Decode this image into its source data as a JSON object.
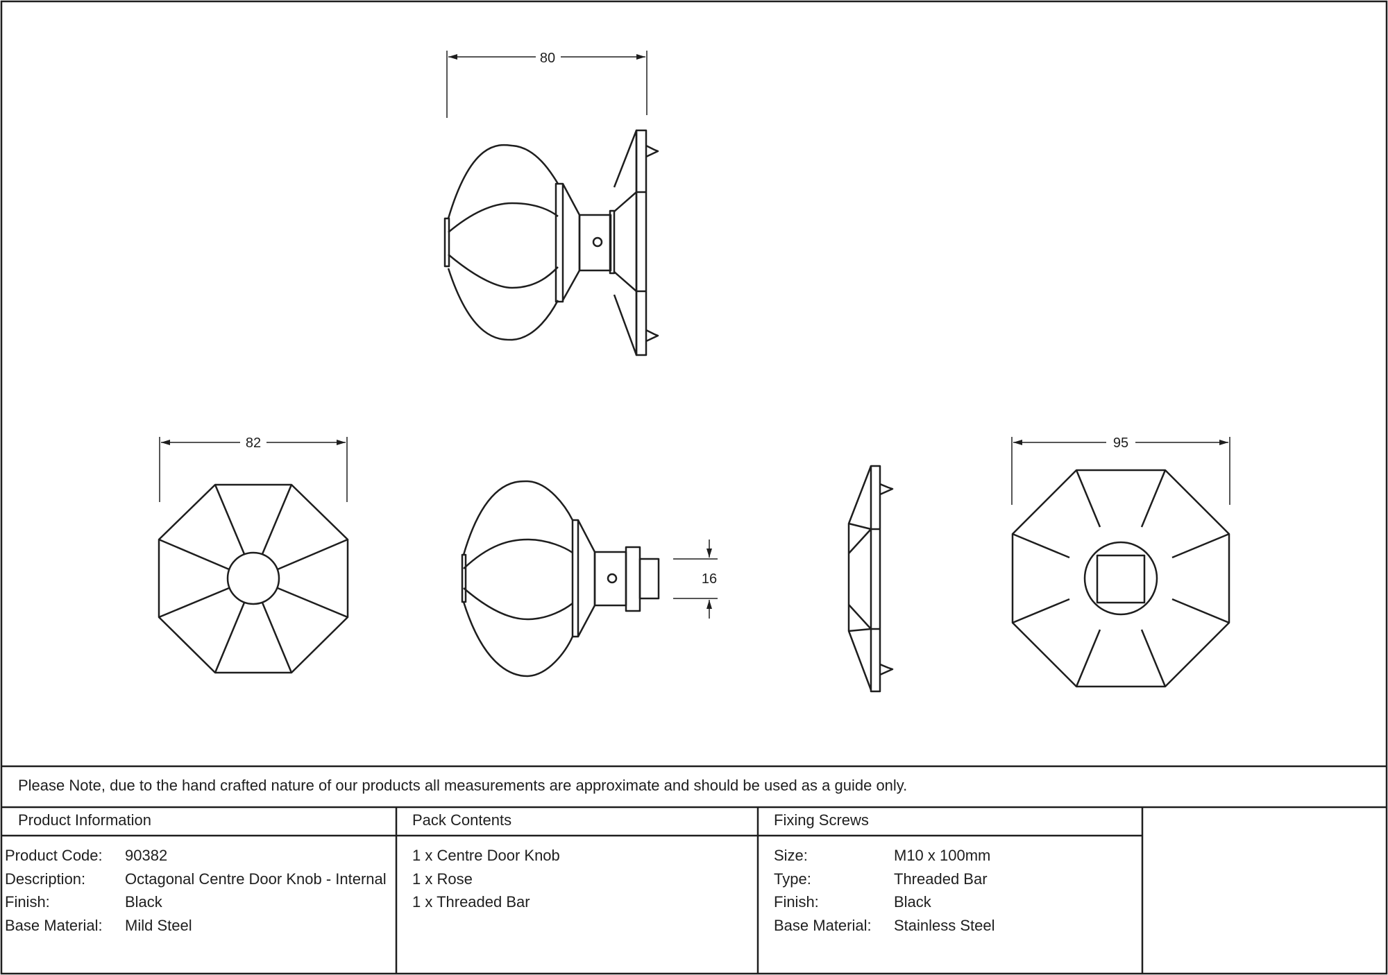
{
  "dimensions": {
    "side_width": "80",
    "front_width": "82",
    "spindle_width": "16",
    "rose_width": "95"
  },
  "note": "Please Note, due to the hand crafted nature of our products all measurements are approximate and should be used as a guide only.",
  "product_information": {
    "heading": "Product Information",
    "rows": [
      {
        "label": "Product Code:",
        "value": "90382"
      },
      {
        "label": "Description:",
        "value": "Octagonal Centre Door Knob - Internal"
      },
      {
        "label": "Finish:",
        "value": "Black"
      },
      {
        "label": "Base Material:",
        "value": "Mild Steel"
      }
    ]
  },
  "pack_contents": {
    "heading": "Pack Contents",
    "items": [
      "1 x Centre Door Knob",
      "1 x Rose",
      "1 x Threaded Bar"
    ]
  },
  "fixing_screws": {
    "heading": "Fixing Screws",
    "rows": [
      {
        "label": "Size:",
        "value": "M10 x 100mm"
      },
      {
        "label": "Type:",
        "value": "Threaded Bar"
      },
      {
        "label": "Finish:",
        "value": "Black"
      },
      {
        "label": "Base Material:",
        "value": "Stainless Steel"
      }
    ]
  }
}
